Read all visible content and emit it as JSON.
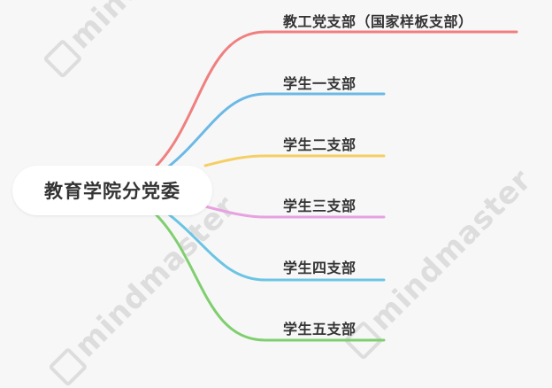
{
  "watermark": {
    "text": "mindmaster"
  },
  "root": {
    "label": "教育学院分党委"
  },
  "branches": [
    {
      "label": "教工党支部（国家样板支部）",
      "color": "#f08080"
    },
    {
      "label": "学生一支部",
      "color": "#6cb9e6"
    },
    {
      "label": "学生二支部",
      "color": "#f5cf63"
    },
    {
      "label": "学生三支部",
      "color": "#e7a2e0"
    },
    {
      "label": "学生四支部",
      "color": "#6cc4e4"
    },
    {
      "label": "学生五支部",
      "color": "#7fcf6f"
    }
  ]
}
